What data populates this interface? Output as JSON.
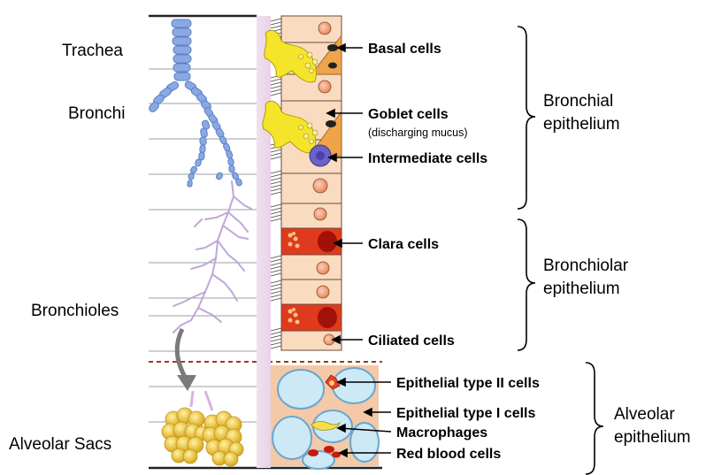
{
  "regions": {
    "trachea": "Trachea",
    "bronchi": "Bronchi",
    "bronchioles": "Bronchioles",
    "alveolar_sacs": "Alveolar Sacs"
  },
  "cells": {
    "basal": "Basal cells",
    "goblet": "Goblet cells",
    "goblet_note": "(discharging mucus)",
    "intermediate": "Intermediate cells",
    "clara": "Clara cells",
    "ciliated": "Ciliated cells",
    "type2": "Epithelial type II cells",
    "type1": "Epithelial type I cells",
    "macrophages": "Macrophages",
    "rbc": "Red blood cells"
  },
  "epithelia": {
    "bronchial_1": "Bronchial",
    "bronchial_2": "epithelium",
    "bronchiolar_1": "Bronchiolar",
    "bronchiolar_2": "epithelium",
    "alveolar_1": "Alveolar",
    "alveolar_2": "epithelium"
  },
  "colors": {
    "airway": "#7f9fdc",
    "bronchiole": "#c9b3dc",
    "alveoli": "#f0c83a",
    "cell_fill": "#f9dcc0",
    "nucleus": "#f4a07a",
    "goblet": "#f2e12a",
    "clara": "#e0331a",
    "intermediate": "#6a5fc4",
    "alveolar_bg": "#c7e6f5",
    "divider": "#a2381f"
  }
}
